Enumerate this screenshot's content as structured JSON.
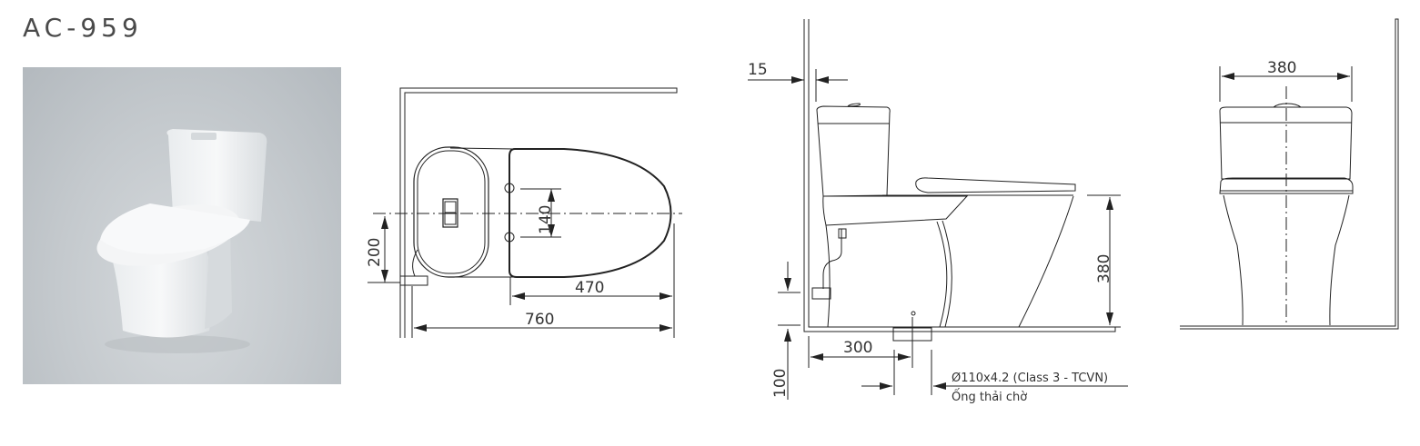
{
  "product": {
    "model": "AC-959"
  },
  "photo": {
    "alt": "One-piece toilet product photo",
    "background": "#c4c9cd"
  },
  "top_view": {
    "dims": {
      "rough_in_offset": "200",
      "mounting_spacing": "140",
      "seat_length": "470",
      "total_length": "760"
    }
  },
  "side_view": {
    "dims": {
      "wall_gap": "15",
      "seat_height": "380",
      "outlet_distance": "300",
      "supply_height": "100"
    },
    "pipe_note": {
      "spec": "Ø110x4.2 (Class 3 - TCVN)",
      "label": "Ống thải chờ"
    }
  },
  "front_view": {
    "dims": {
      "width": "380"
    }
  },
  "colors": {
    "line": "#222222",
    "text": "#333333"
  }
}
